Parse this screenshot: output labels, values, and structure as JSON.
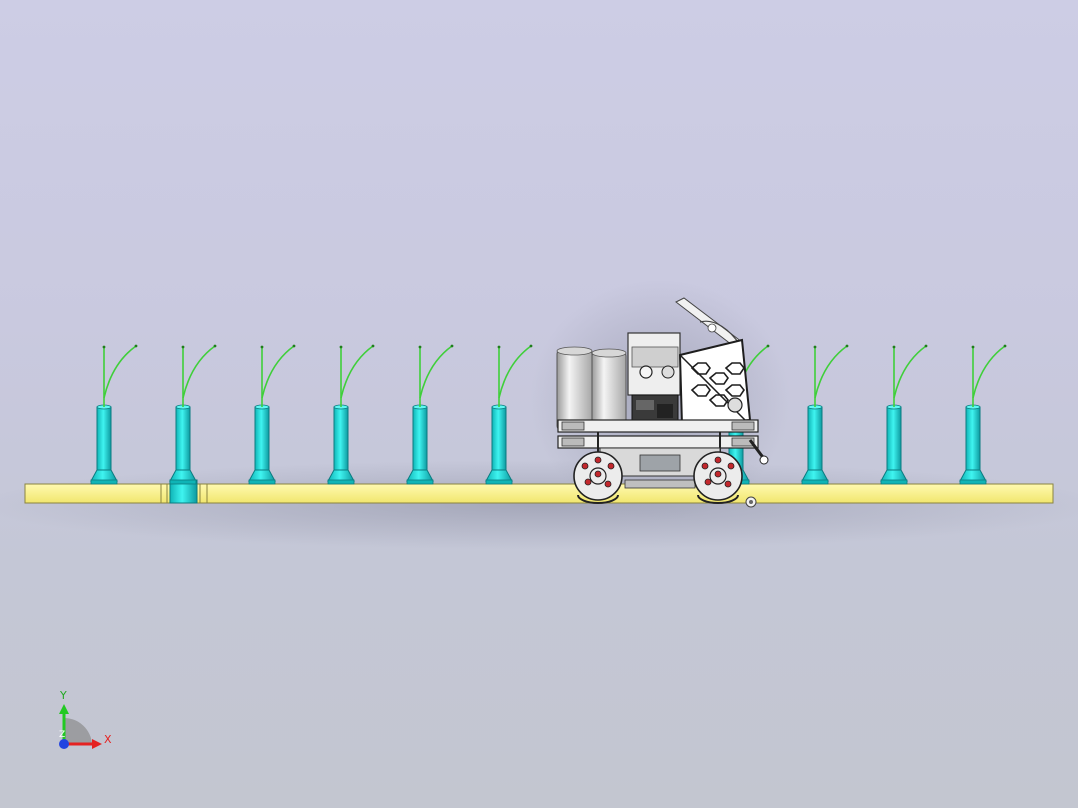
{
  "triad": {
    "x_label": "X",
    "y_label": "Y",
    "z_label": "Z"
  },
  "colors": {
    "background_top": "#cdcde5",
    "background_bottom": "#c3c6d0",
    "rail": "#fbf28c",
    "rail_edge": "#8a8440",
    "post": "#28e4e0",
    "post_dark": "#0d9aa0",
    "plant": "#3fcf3a",
    "tank": "#e2e2e2",
    "frame": "#2a2a2a",
    "wheel_accent": "#c3282d",
    "axis_x": "#e52222",
    "axis_y": "#22c922",
    "axis_z": "#2244e0"
  },
  "scene": {
    "post_count": 12,
    "hidden_post_indices": [
      6,
      7
    ]
  }
}
